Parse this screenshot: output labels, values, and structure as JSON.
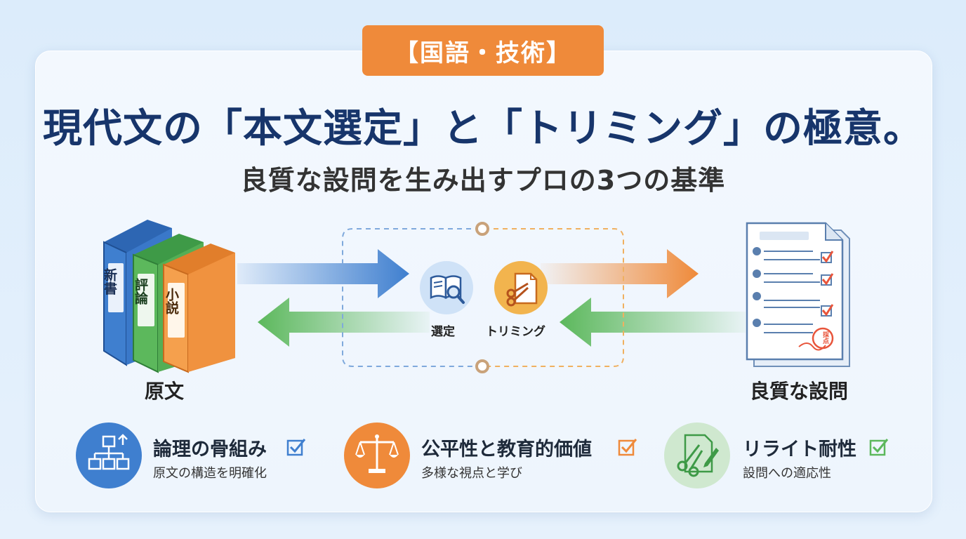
{
  "badge": "【国語・技術】",
  "title": "現代文の「本文選定」と「トリミング」の極意。",
  "subtitle": "良質な設問を生み出すプロの3つの基準",
  "books": {
    "b1": "新書",
    "b2": "評論",
    "b3": "小説"
  },
  "left_label": "原文",
  "right_label": "良質な設問",
  "center": {
    "select_label": "選定",
    "trim_label": "トリミング"
  },
  "stamp_text": "採点",
  "features": [
    {
      "title": "論理の骨組み",
      "desc": "原文の構造を明確化"
    },
    {
      "title": "公平性と教育的価値",
      "desc": "多様な視点と学び"
    },
    {
      "title": "リライト耐性",
      "desc": "設問への適応性"
    }
  ],
  "colors": {
    "navy": "#17356b",
    "orange": "#ef8a3a",
    "blue": "#3f7fcf",
    "green": "#5cb85c"
  },
  "icons": {
    "select": "book-magnifier-icon",
    "trim": "scissors-document-icon",
    "f1": "hierarchy-icon",
    "f2": "scale-icon",
    "f3": "scissors-pen-icon"
  }
}
